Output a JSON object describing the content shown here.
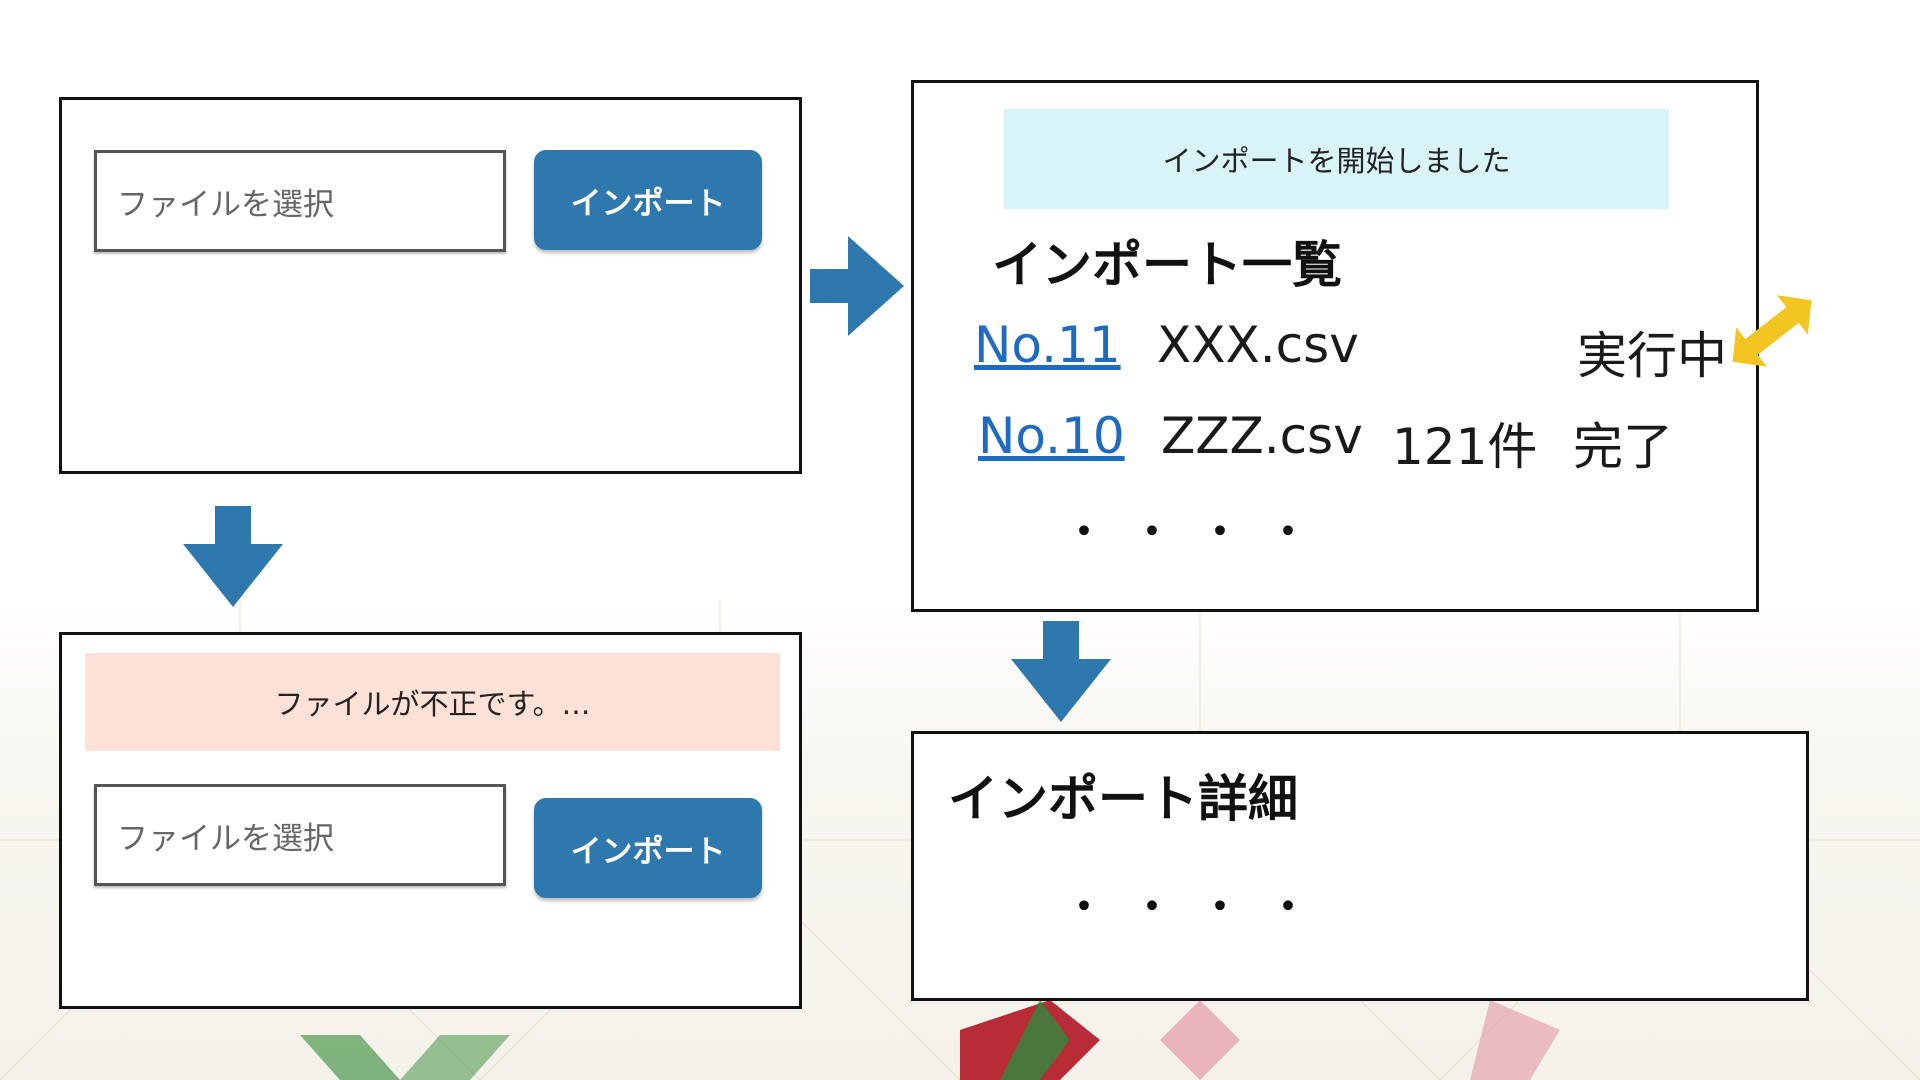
{
  "screen1": {
    "file_placeholder": "ファイルを選択",
    "import_label": "インポート"
  },
  "screen2": {
    "error_message": "ファイルが不正です。…",
    "file_placeholder": "ファイルを選択",
    "import_label": "インポート"
  },
  "screen3": {
    "success_message": "インポートを開始しました",
    "heading": "インポート一覧",
    "rows": [
      {
        "id_link": "No.11",
        "filename": "XXX.csv",
        "count": "",
        "status": "実行中"
      },
      {
        "id_link": "No.10",
        "filename": "ZZZ.csv",
        "count": "121件",
        "status": "完了"
      }
    ],
    "ellipsis": "・・・・"
  },
  "screen4": {
    "heading": "インポート詳細",
    "ellipsis": "・・・・"
  },
  "colors": {
    "button_blue": "#2f78ae",
    "arrow_blue": "#2f78ae",
    "success_banner": "#d9f4f9",
    "error_banner": "#fde0d6",
    "refresh_arrow": "#f2c522",
    "link": "#1f6bbf"
  },
  "icons": {
    "flow_arrow": "arrow-icon",
    "refresh_arrow": "double-arrow-icon"
  }
}
